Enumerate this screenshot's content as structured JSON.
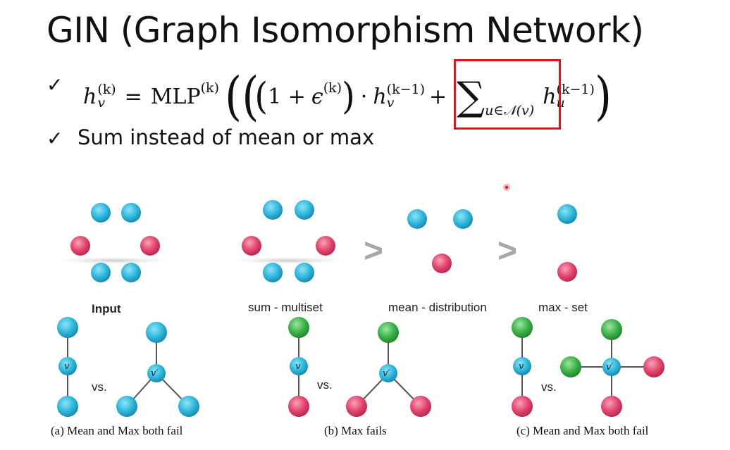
{
  "title": "GIN (Graph Isomorphism Network)",
  "check_mark": "✓",
  "formula": {
    "lhs_h": "h",
    "lhs_sub": "v",
    "lhs_sup": "(k)",
    "eq": "=",
    "mlp": "MLP",
    "mlp_sup": "(k)",
    "one_plus": "1 +",
    "epsilon": "ϵ",
    "eps_sup": "(k)",
    "dot": "·",
    "h2": "h",
    "h2_sub": "v",
    "h2_sup": "(k−1)",
    "plus": "+",
    "sum": "∑",
    "sum_sub": "u∈𝒩(v)",
    "h3": "h",
    "h3_sub": "u",
    "h3_sup": "(k−1)"
  },
  "bullet2": "Sum instead of mean or max",
  "top_figure": {
    "labels": [
      "Input",
      "sum - multiset",
      "mean - distribution",
      "max - set"
    ],
    "gt": ">"
  },
  "bottom_figure": {
    "vs": "vs.",
    "node_v": "v",
    "node_vp": "v′",
    "captions": [
      "(a) Mean and Max both fail",
      "(b) Max fails",
      "(c) Mean and Max both fail"
    ]
  },
  "colors": {
    "blue": "#2fb8dd",
    "pink": "#e4456e",
    "green": "#3bb34a",
    "red_box": "#e0141c"
  }
}
